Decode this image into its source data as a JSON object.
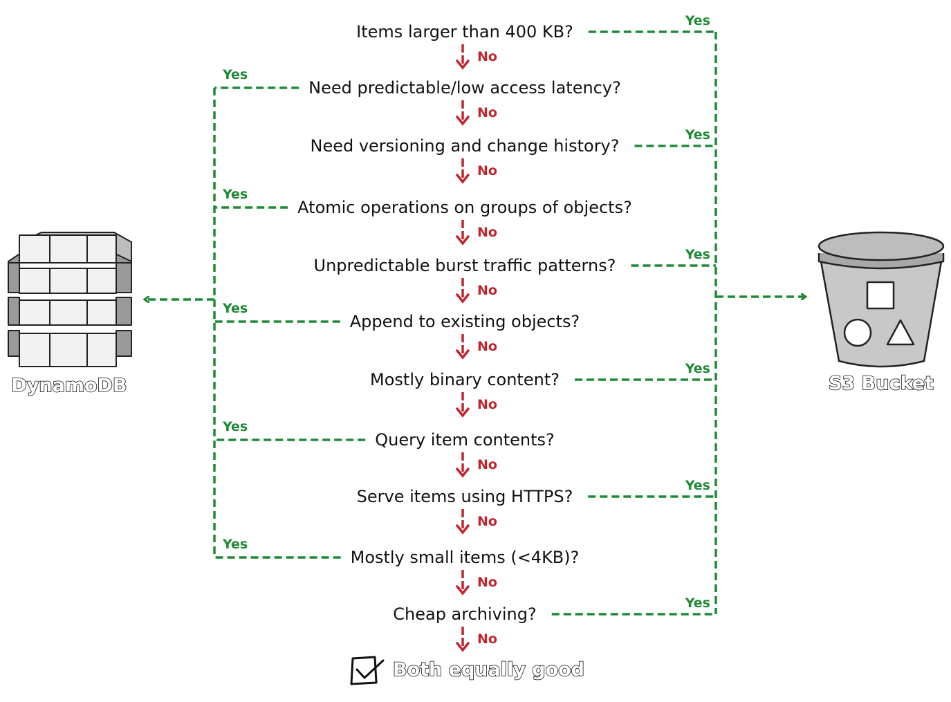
{
  "questions": [
    {
      "text": "Items larger than 400 KB?",
      "yes_to": "s3"
    },
    {
      "text": "Need predictable/low access latency?",
      "yes_to": "dynamodb"
    },
    {
      "text": "Need versioning and change history?",
      "yes_to": "s3"
    },
    {
      "text": "Atomic operations on groups of objects?",
      "yes_to": "dynamodb"
    },
    {
      "text": "Unpredictable burst traffic patterns?",
      "yes_to": "s3"
    },
    {
      "text": "Append to existing objects?",
      "yes_to": "dynamodb"
    },
    {
      "text": "Mostly binary content?",
      "yes_to": "s3"
    },
    {
      "text": "Query item contents?",
      "yes_to": "dynamodb"
    },
    {
      "text": "Serve items using HTTPS?",
      "yes_to": "s3"
    },
    {
      "text": "Mostly small items (<4KB)?",
      "yes_to": "dynamodb"
    },
    {
      "text": "Cheap archiving?",
      "yes_to": "s3"
    }
  ],
  "labels": {
    "yes": "Yes",
    "no": "No"
  },
  "dynamodb": {
    "label": "DynamoDB"
  },
  "s3": {
    "label": "S3 Bucket"
  },
  "final": {
    "label": "Both equally good"
  },
  "colors": {
    "yes": "#1f8a36",
    "no": "#c0252e",
    "text": "#111111",
    "icon_fill": "#c8c8c8"
  }
}
